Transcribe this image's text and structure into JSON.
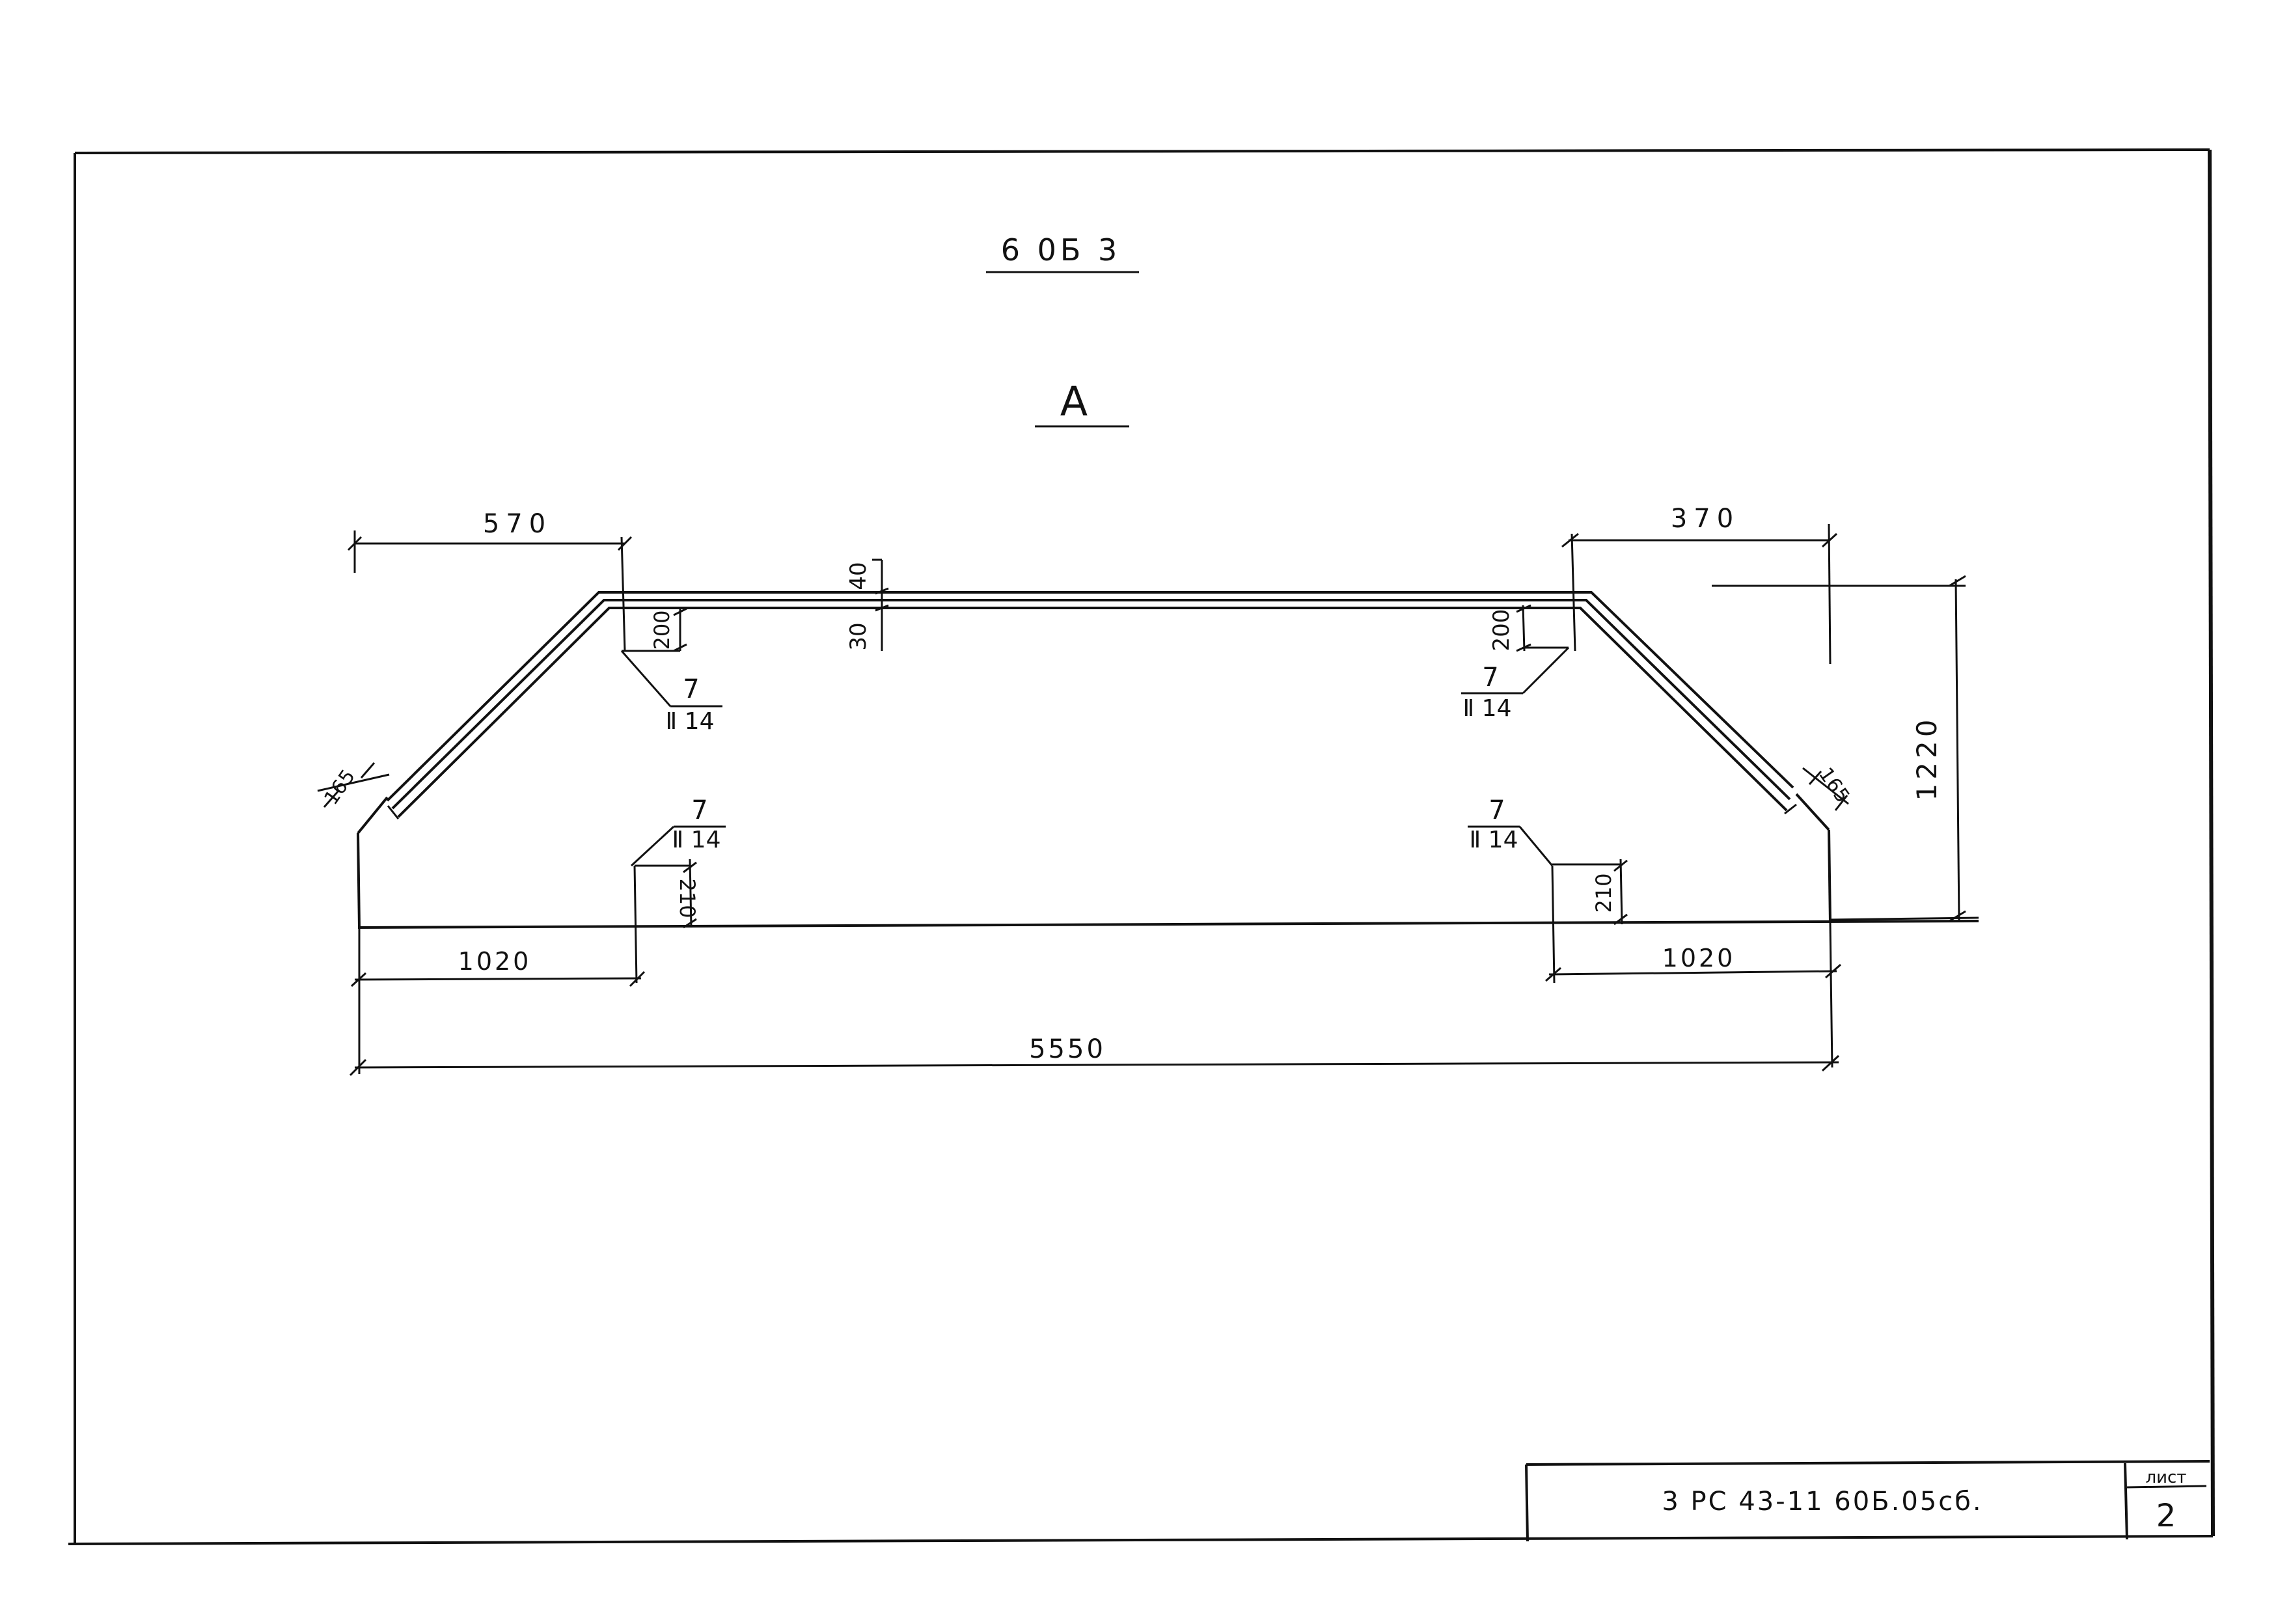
{
  "drawing": {
    "detail_label": "6 0Б 3",
    "view_label": "А"
  },
  "dimensions": {
    "top_left": "570",
    "top_right": "370",
    "cover_top": "40",
    "cover_bottom": "30",
    "left_200": "200",
    "right_200": "200",
    "left_165": "165",
    "right_165": "165",
    "height_1220": "1220",
    "left_210": "210",
    "right_210": "210",
    "bottom_left_1020": "1020",
    "bottom_right_1020": "1020",
    "total_5550": "5550"
  },
  "callouts": {
    "top_left": {
      "mark": "7",
      "spec": "Ⅱ 14"
    },
    "top_right": {
      "mark": "7",
      "spec": "Ⅱ 14"
    },
    "bottom_left": {
      "mark": "7",
      "spec": "Ⅱ 14"
    },
    "bottom_right": {
      "mark": "7",
      "spec": "Ⅱ 14"
    }
  },
  "title_block": {
    "code": "3 РС 43-11  60Б.05сб.",
    "sheet_label": "лист",
    "sheet_number": "2"
  }
}
